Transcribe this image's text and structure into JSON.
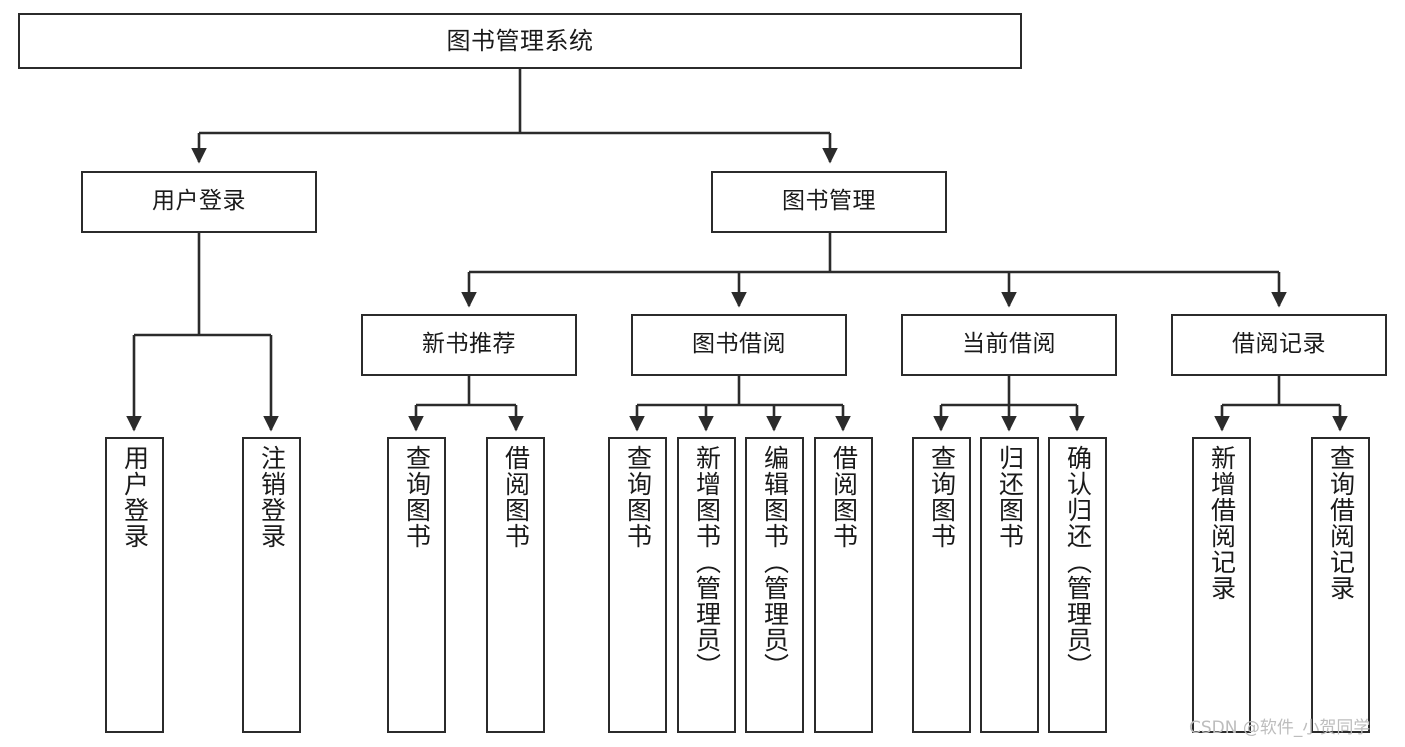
{
  "diagram": {
    "title": "图书管理系统",
    "type": "tree-hierarchy",
    "stroke_color": "#2b2b2b",
    "background_color": "#ffffff",
    "text_color": "#1a1a1a"
  },
  "nodes": {
    "root": {
      "label": "图书管理系统"
    },
    "level2": [
      {
        "label": "用户登录"
      },
      {
        "label": "图书管理"
      }
    ],
    "level3": [
      {
        "label": "新书推荐"
      },
      {
        "label": "图书借阅"
      },
      {
        "label": "当前借阅"
      },
      {
        "label": "借阅记录"
      }
    ],
    "leaves_user_login": [
      {
        "label": "用户登录"
      },
      {
        "label": "注销登录"
      }
    ],
    "leaves_new_book": [
      {
        "label": "查询图书"
      },
      {
        "label": "借阅图书"
      }
    ],
    "leaves_borrow": [
      {
        "label": "查询图书"
      },
      {
        "label": "新增图书（管理员）"
      },
      {
        "label": "编辑图书（管理员）"
      },
      {
        "label": "借阅图书"
      }
    ],
    "leaves_current": [
      {
        "label": "查询图书"
      },
      {
        "label": "归还图书"
      },
      {
        "label": "确认归还（管理员）"
      }
    ],
    "leaves_records": [
      {
        "label": "新增借阅记录"
      },
      {
        "label": "查询借阅记录"
      }
    ]
  },
  "watermark": {
    "text": "CSDN @软件_小贺同学"
  }
}
